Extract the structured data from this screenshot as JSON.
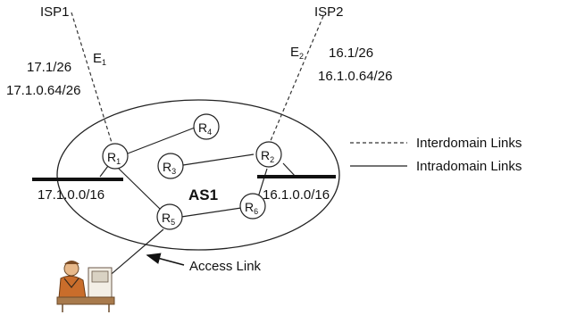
{
  "isps": [
    {
      "name": "ISP1",
      "edge_sub": "1"
    },
    {
      "name": "ISP2",
      "edge_sub": "2"
    }
  ],
  "edge_letter": "E",
  "isp1_prefixes": [
    "17.1/26",
    "17.1.0.64/26"
  ],
  "isp2_prefixes": [
    "16.1/26",
    "16.1.0.64/26"
  ],
  "as_label": "AS1",
  "router_letter": "R",
  "routers": [
    {
      "id": "r1",
      "sub": "1"
    },
    {
      "id": "r2",
      "sub": "2"
    },
    {
      "id": "r3",
      "sub": "3"
    },
    {
      "id": "r4",
      "sub": "4"
    },
    {
      "id": "r5",
      "sub": "5"
    },
    {
      "id": "r6",
      "sub": "6"
    }
  ],
  "lan_left": "17.1.0.0/16",
  "lan_right": "16.1.0.0/16",
  "legend": {
    "interdomain": "Interdomain Links",
    "intradomain": "Intradomain Links"
  },
  "access_link": "Access Link"
}
